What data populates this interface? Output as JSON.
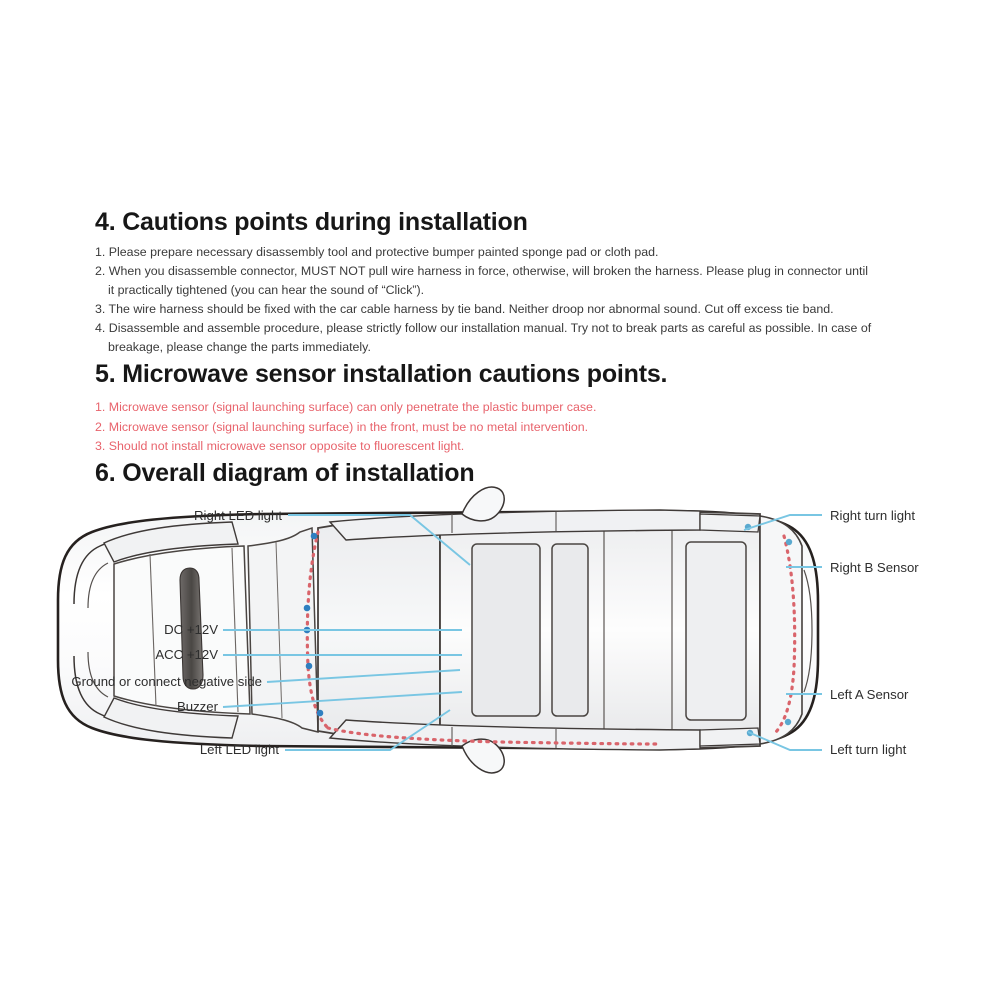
{
  "document": {
    "sections": [
      {
        "id": "cautions-points",
        "heading": "4. Cautions points during installation",
        "color": "#171717",
        "items": [
          {
            "line1": "1. Please prepare necessary disassembly tool and protective bumper painted sponge pad or cloth pad.",
            "line2": ""
          },
          {
            "line1": "2. When you disassemble connector, MUST NOT pull wire harness in force, otherwise, will broken the harness. Please plug in connector until",
            "line2": "it practically tightened (you can hear the sound of “Click”)."
          },
          {
            "line1": "3. The wire harness should be fixed with the car cable harness by  tie band. Neither droop nor abnormal sound. Cut off excess tie band.",
            "line2": ""
          },
          {
            "line1": "4. Disassemble and assemble procedure, please strictly follow our installation manual. Try not to break parts as careful as possible. In case of",
            "line2": "breakage, please change the parts immediately."
          }
        ]
      },
      {
        "id": "microwave-sensor-cautions",
        "heading": "5. Microwave sensor installation cautions points.",
        "color": "#e8636c",
        "items": [
          "1. Microwave sensor (signal launching surface) can only penetrate the plastic bumper case.",
          "2. Microwave sensor (signal launching surface) in the front, must be no metal intervention.",
          "3. Should not install microwave sensor opposite to fluorescent light."
        ]
      },
      {
        "id": "overall-diagram",
        "heading": "6. Overall diagram of installation"
      }
    ]
  },
  "diagram": {
    "title": "Top view of car with sensor and wiring callouts",
    "leader_line_color": "#79c6e3",
    "sensor_front_dot_color": "#d9646b",
    "sensor_rear_dot_color": "#d9646b",
    "connector_dot_color": "#2f7fc0",
    "labels_left": [
      {
        "id": "right-led-light",
        "text": "Right LED light"
      },
      {
        "id": "dc-12v",
        "text": "DC  +12V"
      },
      {
        "id": "acc-12v",
        "text": "ACC  +12V"
      },
      {
        "id": "ground-negative",
        "text": "Ground or connect negative side"
      },
      {
        "id": "buzzer",
        "text": "Buzzer"
      },
      {
        "id": "left-led-light",
        "text": "Left LED light"
      }
    ],
    "labels_right": [
      {
        "id": "right-turn-light",
        "text": "Right turn light"
      },
      {
        "id": "right-b-sensor",
        "text": "Right B Sensor"
      },
      {
        "id": "left-a-sensor",
        "text": "Left A Sensor"
      },
      {
        "id": "left-turn-light",
        "text": "Left turn light"
      }
    ]
  }
}
